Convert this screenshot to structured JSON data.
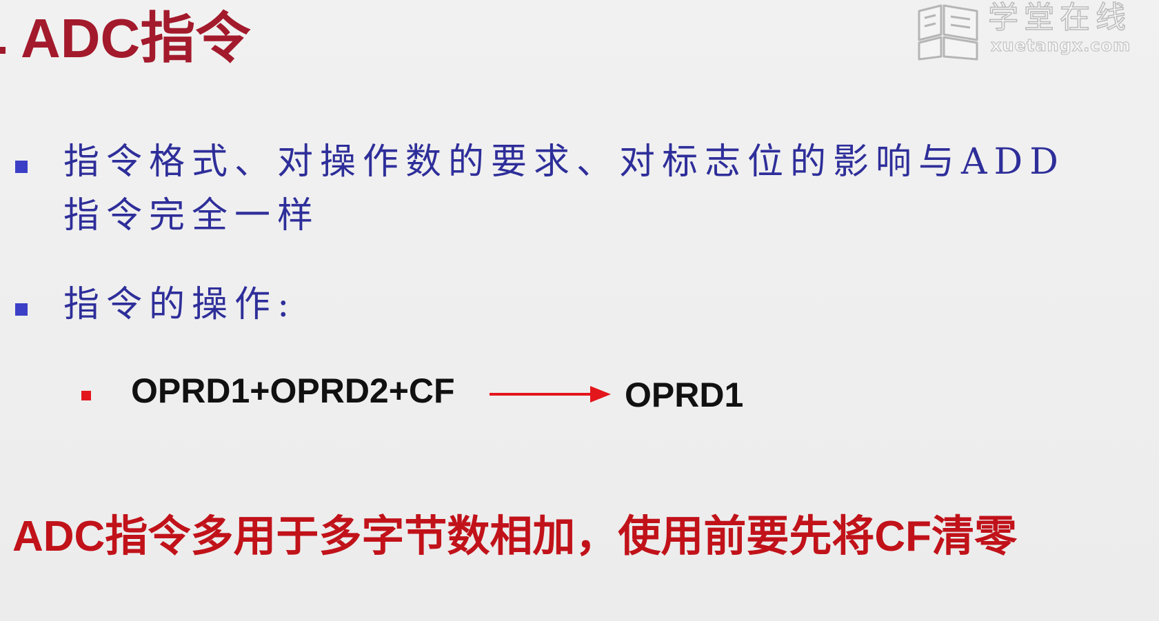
{
  "slide": {
    "title": "ADC指令",
    "watermark": {
      "name": "学堂在线",
      "url": "xuetangx.com"
    },
    "bullets": [
      {
        "lines": [
          "指令格式、对操作数的要求、对标志位的影响与ADD",
          "指令完全一样"
        ]
      },
      {
        "lines": [
          "指令的操作:"
        ]
      }
    ],
    "operation": {
      "left": "OPRD1+OPRD2+CF",
      "right": "OPRD1"
    },
    "conclusion": "ADC指令多用于多字节数相加，使用前要先将CF清零"
  },
  "colors": {
    "title": "#a31a2c",
    "bullet_text": "#2e2e9a",
    "bullet_square": "#3b3fc6",
    "sub_bullet": "#e3161c",
    "arrow": "#e3161c",
    "conclusion": "#c1121a"
  }
}
